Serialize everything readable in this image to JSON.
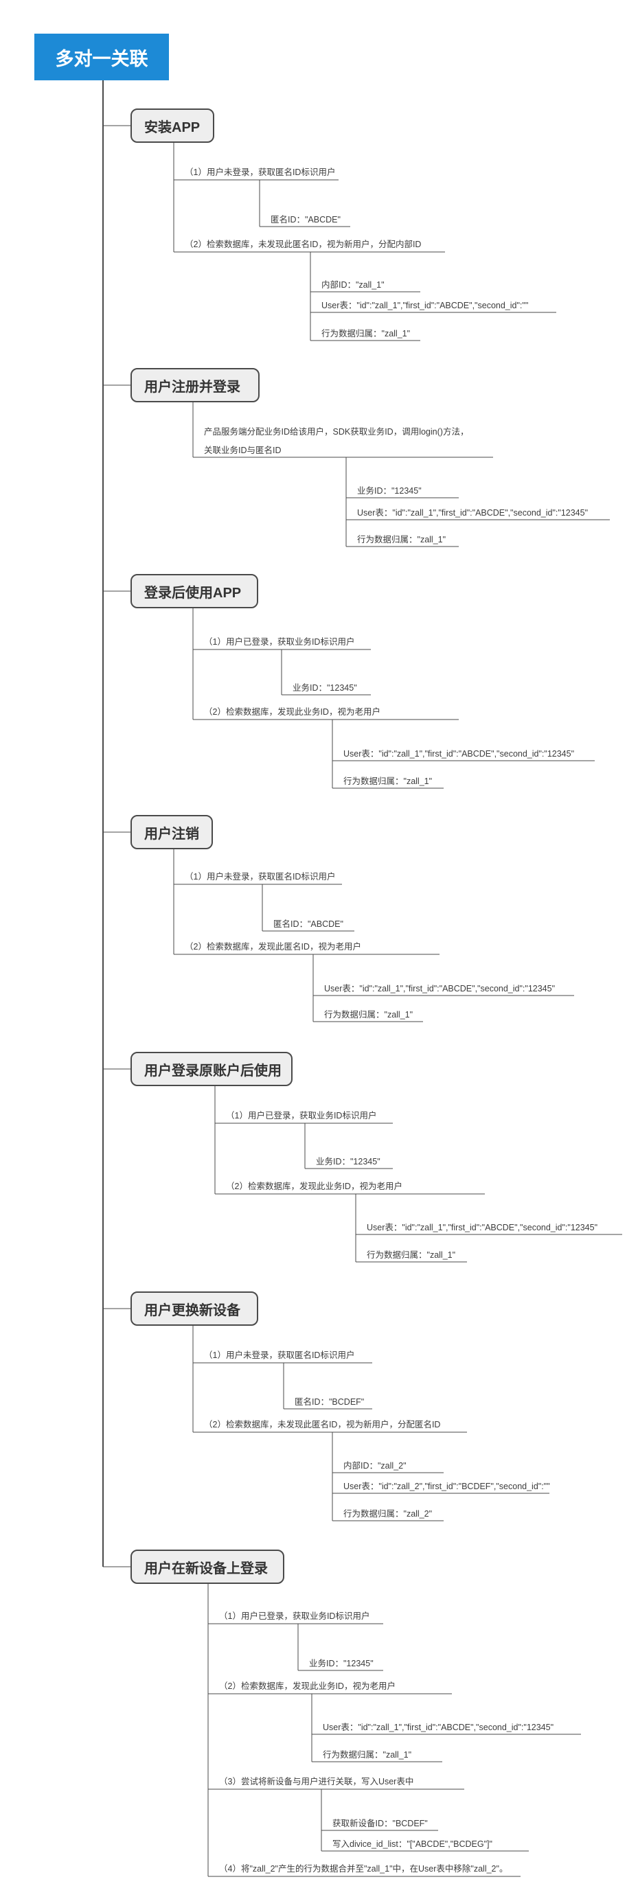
{
  "title": "多对一关联",
  "colors": {
    "root_bg": "#1d8ad6",
    "line": "#4a4a4a",
    "node_bg": "#eeeeee"
  },
  "sections": [
    {
      "label": "安装APP",
      "items": [
        {
          "text": "（1）用户未登录，获取匿名ID标识用户",
          "children": [
            "匿名ID：\"ABCDE\""
          ]
        },
        {
          "text": "（2）检索数据库，未发现此匿名ID，视为新用户，分配内部ID",
          "children": [
            "内部ID：\"zall_1\"",
            "User表：\"id\":\"zall_1\",\"first_id\":\"ABCDE\",\"second_id\":\"\"",
            "行为数据归属：\"zall_1\""
          ]
        }
      ]
    },
    {
      "label": "用户注册并登录",
      "items": [
        {
          "text": "产品服务端分配业务ID给该用户，SDK获取业务ID，调用login()方法，",
          "text2": "关联业务ID与匿名ID",
          "children": [
            "业务ID：\"12345\"",
            "User表：\"id\":\"zall_1\",\"first_id\":\"ABCDE\",\"second_id\":\"12345\"",
            "行为数据归属：\"zall_1\""
          ]
        }
      ]
    },
    {
      "label": "登录后使用APP",
      "items": [
        {
          "text": "（1）用户已登录，获取业务ID标识用户",
          "children": [
            "业务ID：\"12345\""
          ]
        },
        {
          "text": "（2）检索数据库，发现此业务ID，视为老用户",
          "children": [
            "User表：\"id\":\"zall_1\",\"first_id\":\"ABCDE\",\"second_id\":\"12345\"",
            "行为数据归属：\"zall_1\""
          ]
        }
      ]
    },
    {
      "label": "用户注销",
      "items": [
        {
          "text": "（1）用户未登录，获取匿名ID标识用户",
          "children": [
            "匿名ID：\"ABCDE\""
          ]
        },
        {
          "text": "（2）检索数据库，发现此匿名ID，视为老用户",
          "children": [
            "User表：\"id\":\"zall_1\",\"first_id\":\"ABCDE\",\"second_id\":\"12345\"",
            "行为数据归属：\"zall_1\""
          ]
        }
      ]
    },
    {
      "label": "用户登录原账户后使用",
      "items": [
        {
          "text": "（1）用户已登录，获取业务ID标识用户",
          "children": [
            "业务ID：\"12345\""
          ]
        },
        {
          "text": "（2）检索数据库，发现此业务ID，视为老用户",
          "children": [
            "User表：\"id\":\"zall_1\",\"first_id\":\"ABCDE\",\"second_id\":\"12345\"",
            "行为数据归属：\"zall_1\""
          ]
        }
      ]
    },
    {
      "label": "用户更换新设备",
      "items": [
        {
          "text": "（1）用户未登录，获取匿名ID标识用户",
          "children": [
            "匿名ID：\"BCDEF\""
          ]
        },
        {
          "text": "（2）检索数据库，未发现此匿名ID，视为新用户，分配匿名ID",
          "children": [
            "内部ID：\"zall_2\"",
            "User表：\"id\":\"zall_2\",\"first_id\":\"BCDEF\",\"second_id\":\"\"",
            "行为数据归属：\"zall_2\""
          ]
        }
      ]
    },
    {
      "label": "用户在新设备上登录",
      "items": [
        {
          "text": "（1）用户已登录，获取业务ID标识用户",
          "children": [
            "业务ID：\"12345\""
          ]
        },
        {
          "text": "（2）检索数据库，发现此业务ID，视为老用户",
          "children": [
            "User表：\"id\":\"zall_1\",\"first_id\":\"ABCDE\",\"second_id\":\"12345\"",
            "行为数据归属：\"zall_1\""
          ]
        },
        {
          "text": "（3）尝试将新设备与用户进行关联，写入User表中",
          "children": [
            "获取新设备ID：\"BCDEF\"",
            "写入divice_id_list：\"[\"ABCDE\",\"BCDEG\"]\""
          ]
        },
        {
          "text": "（4）将\"zall_2\"产生的行为数据合并至\"zall_1\"中，在User表中移除\"zall_2\"。",
          "children": []
        }
      ]
    }
  ]
}
